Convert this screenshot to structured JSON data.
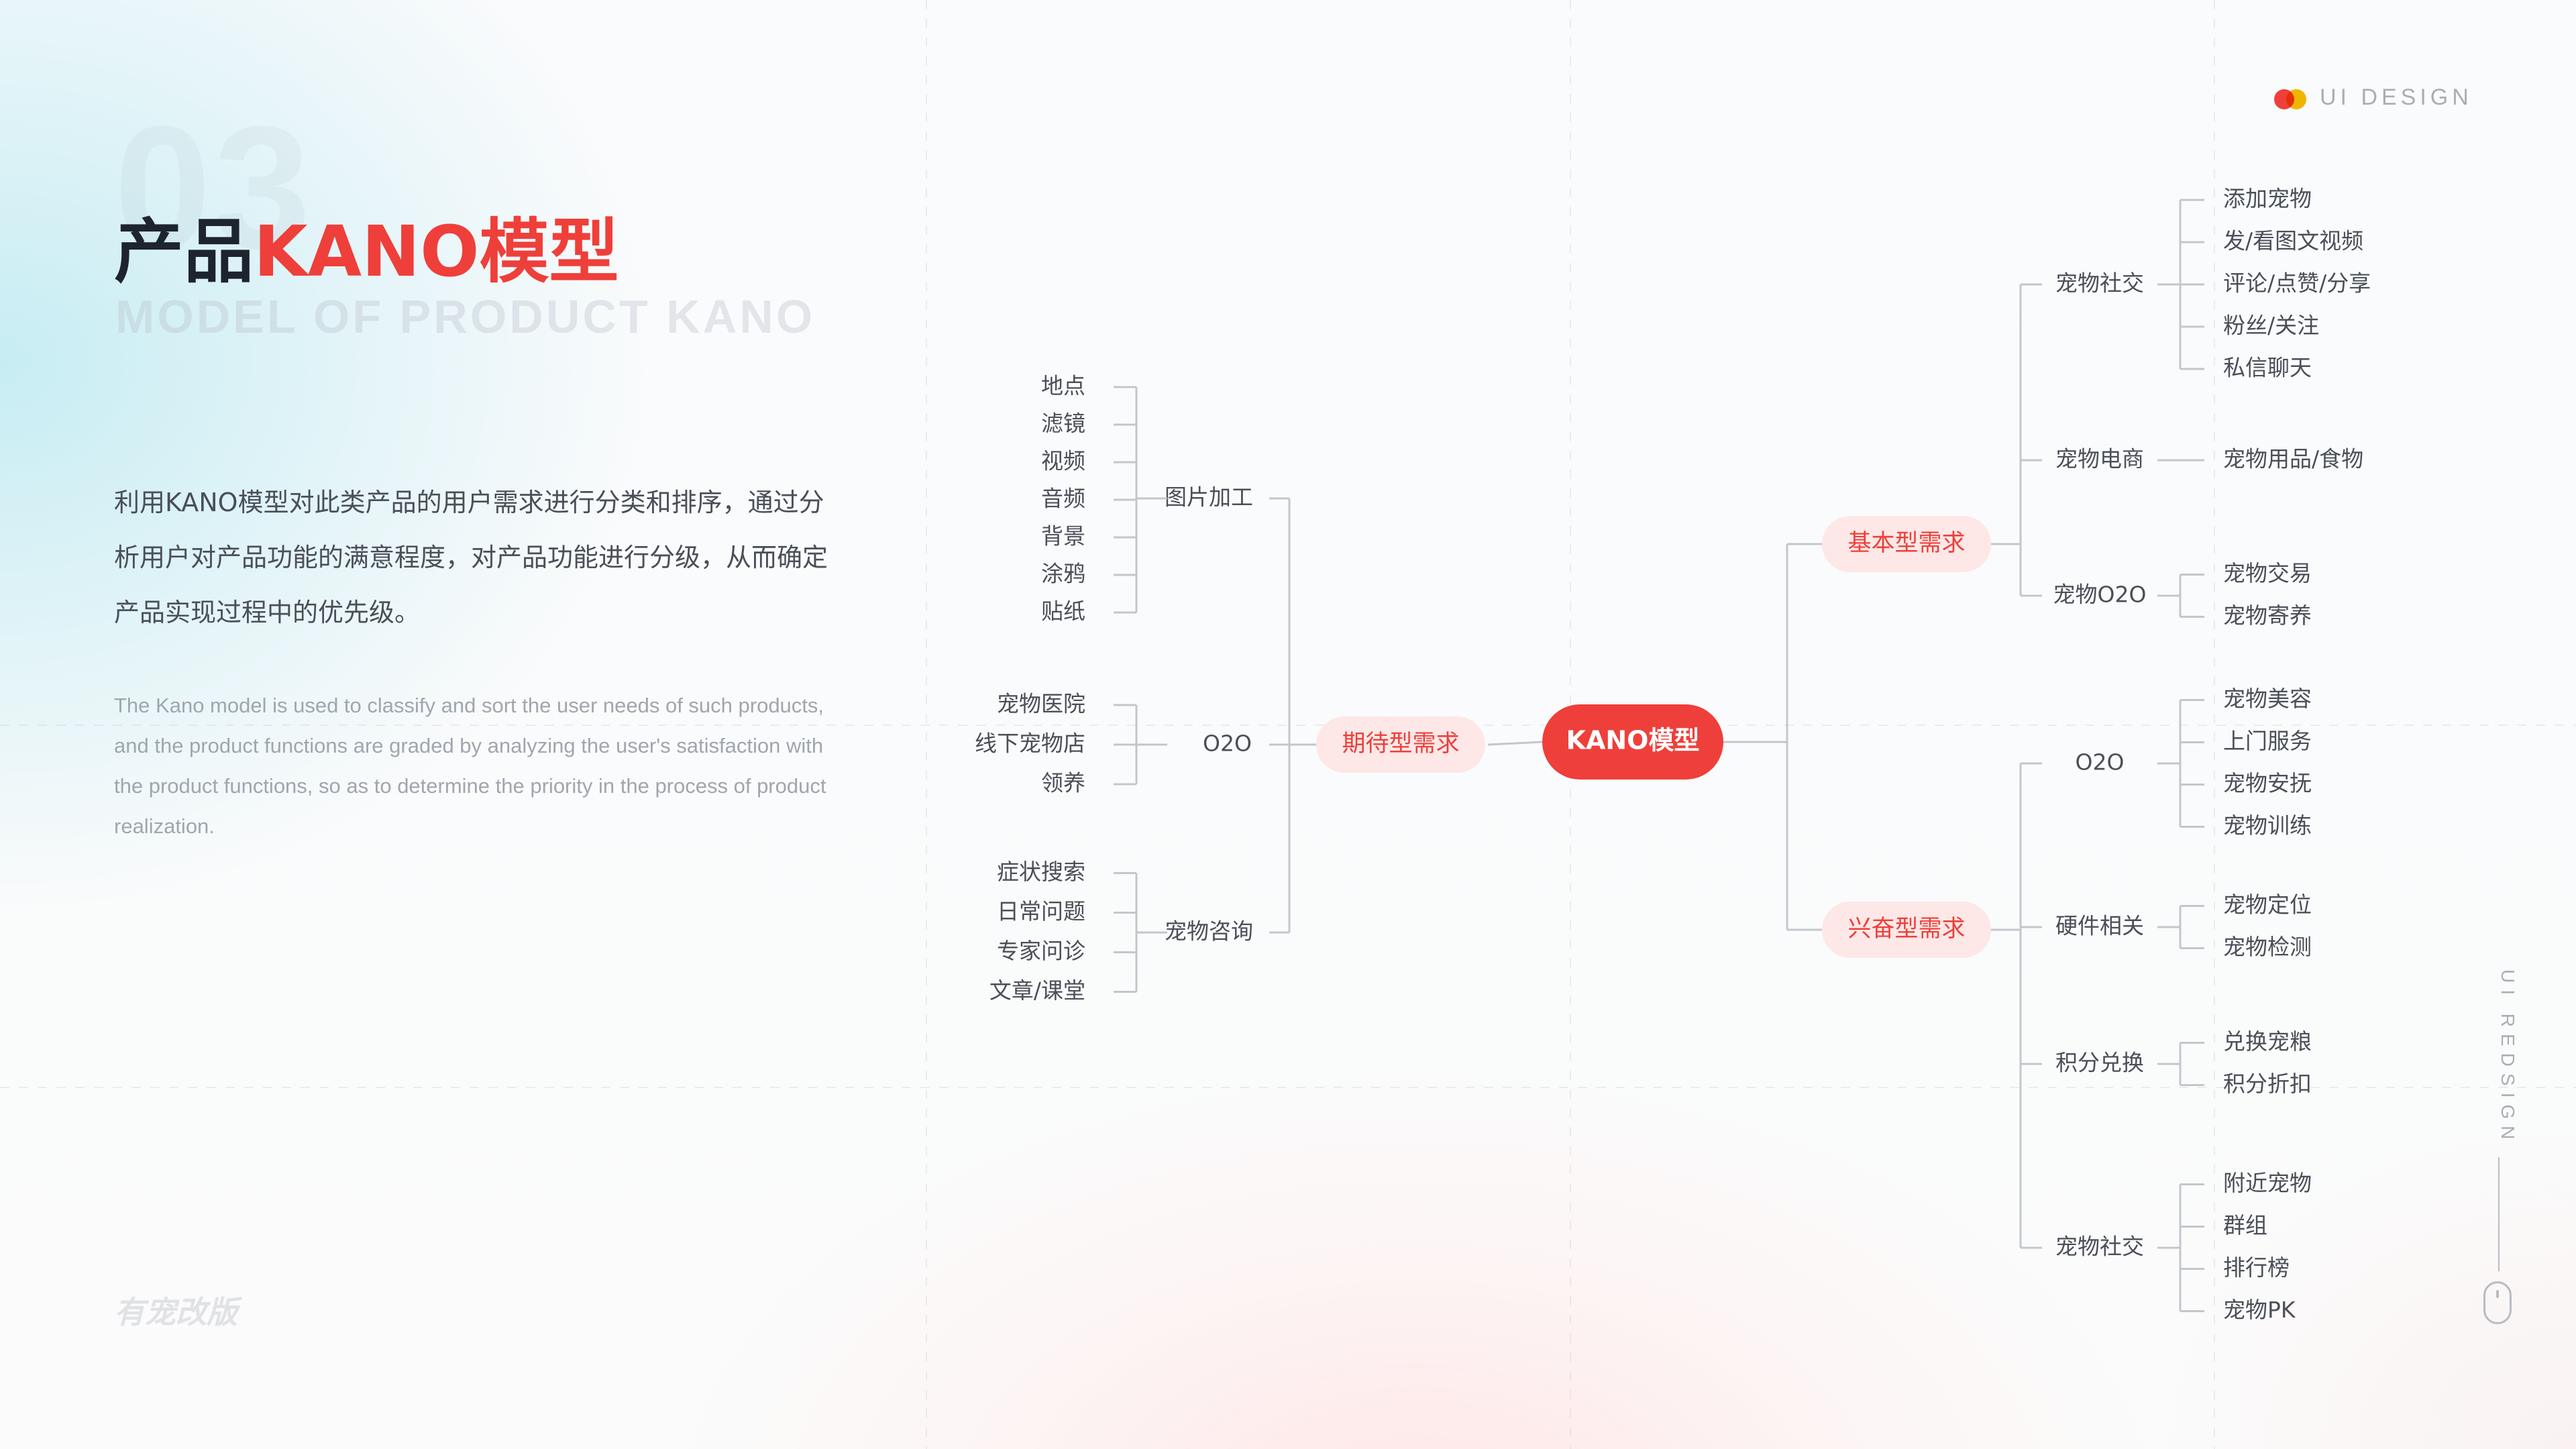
{
  "header": {
    "number_watermark": "03",
    "title_dark": "产品",
    "title_red": "KANO模型",
    "subtitle": "MODEL OF PRODUCT  KANO",
    "brand_text": "UI DESIGN",
    "side_text": "UI REDSIGN"
  },
  "description": {
    "cn": "利用KANO模型对此类产品的用户需求进行分类和排序，通过分析用户对产品功能的满意程度，对产品功能进行分级，从而确定产品实现过程中的优先级。",
    "en": "The Kano model is used to classify and sort the user needs of such products, and the product functions are graded by analyzing the user's satisfaction with the product functions, so as to determine the priority in the process of product realization."
  },
  "footer": {
    "brand": "有宠改版"
  },
  "colors": {
    "accent": "#ef3f3a",
    "pill_bg": "#fde8e7",
    "text": "#4a4f58",
    "line": "#c3c7cc"
  },
  "mindmap": {
    "root": "KANO模型",
    "left": {
      "label": "期待型需求",
      "groups": [
        {
          "label": "图片加工",
          "items": [
            "地点",
            "滤镜",
            "视频",
            "音频",
            "背景",
            "涂鸦",
            "贴纸"
          ]
        },
        {
          "label": "O2O",
          "items": [
            "宠物医院",
            "线下宠物店",
            "领养"
          ]
        },
        {
          "label": "宠物咨询",
          "items": [
            "症状搜索",
            "日常问题",
            "专家问诊",
            "文章/课堂"
          ]
        }
      ]
    },
    "right": [
      {
        "label": "基本型需求",
        "groups": [
          {
            "label": "宠物社交",
            "items": [
              "添加宠物",
              "发/看图文视频",
              "评论/点赞/分享",
              "粉丝/关注",
              "私信聊天"
            ]
          },
          {
            "label": "宠物电商",
            "items": [
              "宠物用品/食物"
            ]
          },
          {
            "label": "宠物O2O",
            "items": [
              "宠物交易",
              "宠物寄养"
            ]
          }
        ]
      },
      {
        "label": "兴奋型需求",
        "groups": [
          {
            "label": "O2O",
            "items": [
              "宠物美容",
              "上门服务",
              "宠物安抚",
              "宠物训练"
            ]
          },
          {
            "label": "硬件相关",
            "items": [
              "宠物定位",
              "宠物检测"
            ]
          },
          {
            "label": "积分兑换",
            "items": [
              "兑换宠粮",
              "积分折扣"
            ]
          },
          {
            "label": "宠物社交",
            "items": [
              "附近宠物",
              "群组",
              "排行榜",
              "宠物PK"
            ]
          }
        ]
      }
    ]
  }
}
